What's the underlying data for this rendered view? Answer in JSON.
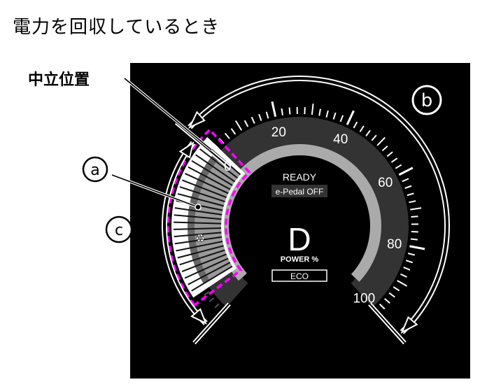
{
  "title": "電力を回収しているとき",
  "callout_neutral": "中立位置",
  "markers": {
    "a": "a",
    "b": "b",
    "c": "c"
  },
  "gauge": {
    "scale_labels": [
      "0",
      "20",
      "40",
      "60",
      "80",
      "100"
    ],
    "status": "READY",
    "epedal": "e-Pedal OFF",
    "gear": "D",
    "unit": "POWER %",
    "mode": "ECO",
    "regen_icon": "regen-arrows-icon"
  },
  "colors": {
    "panel": "#000000",
    "band": "#333333",
    "ring": "#aaaaaa",
    "highlight": "#ff00ff",
    "regen": "#999999"
  }
}
